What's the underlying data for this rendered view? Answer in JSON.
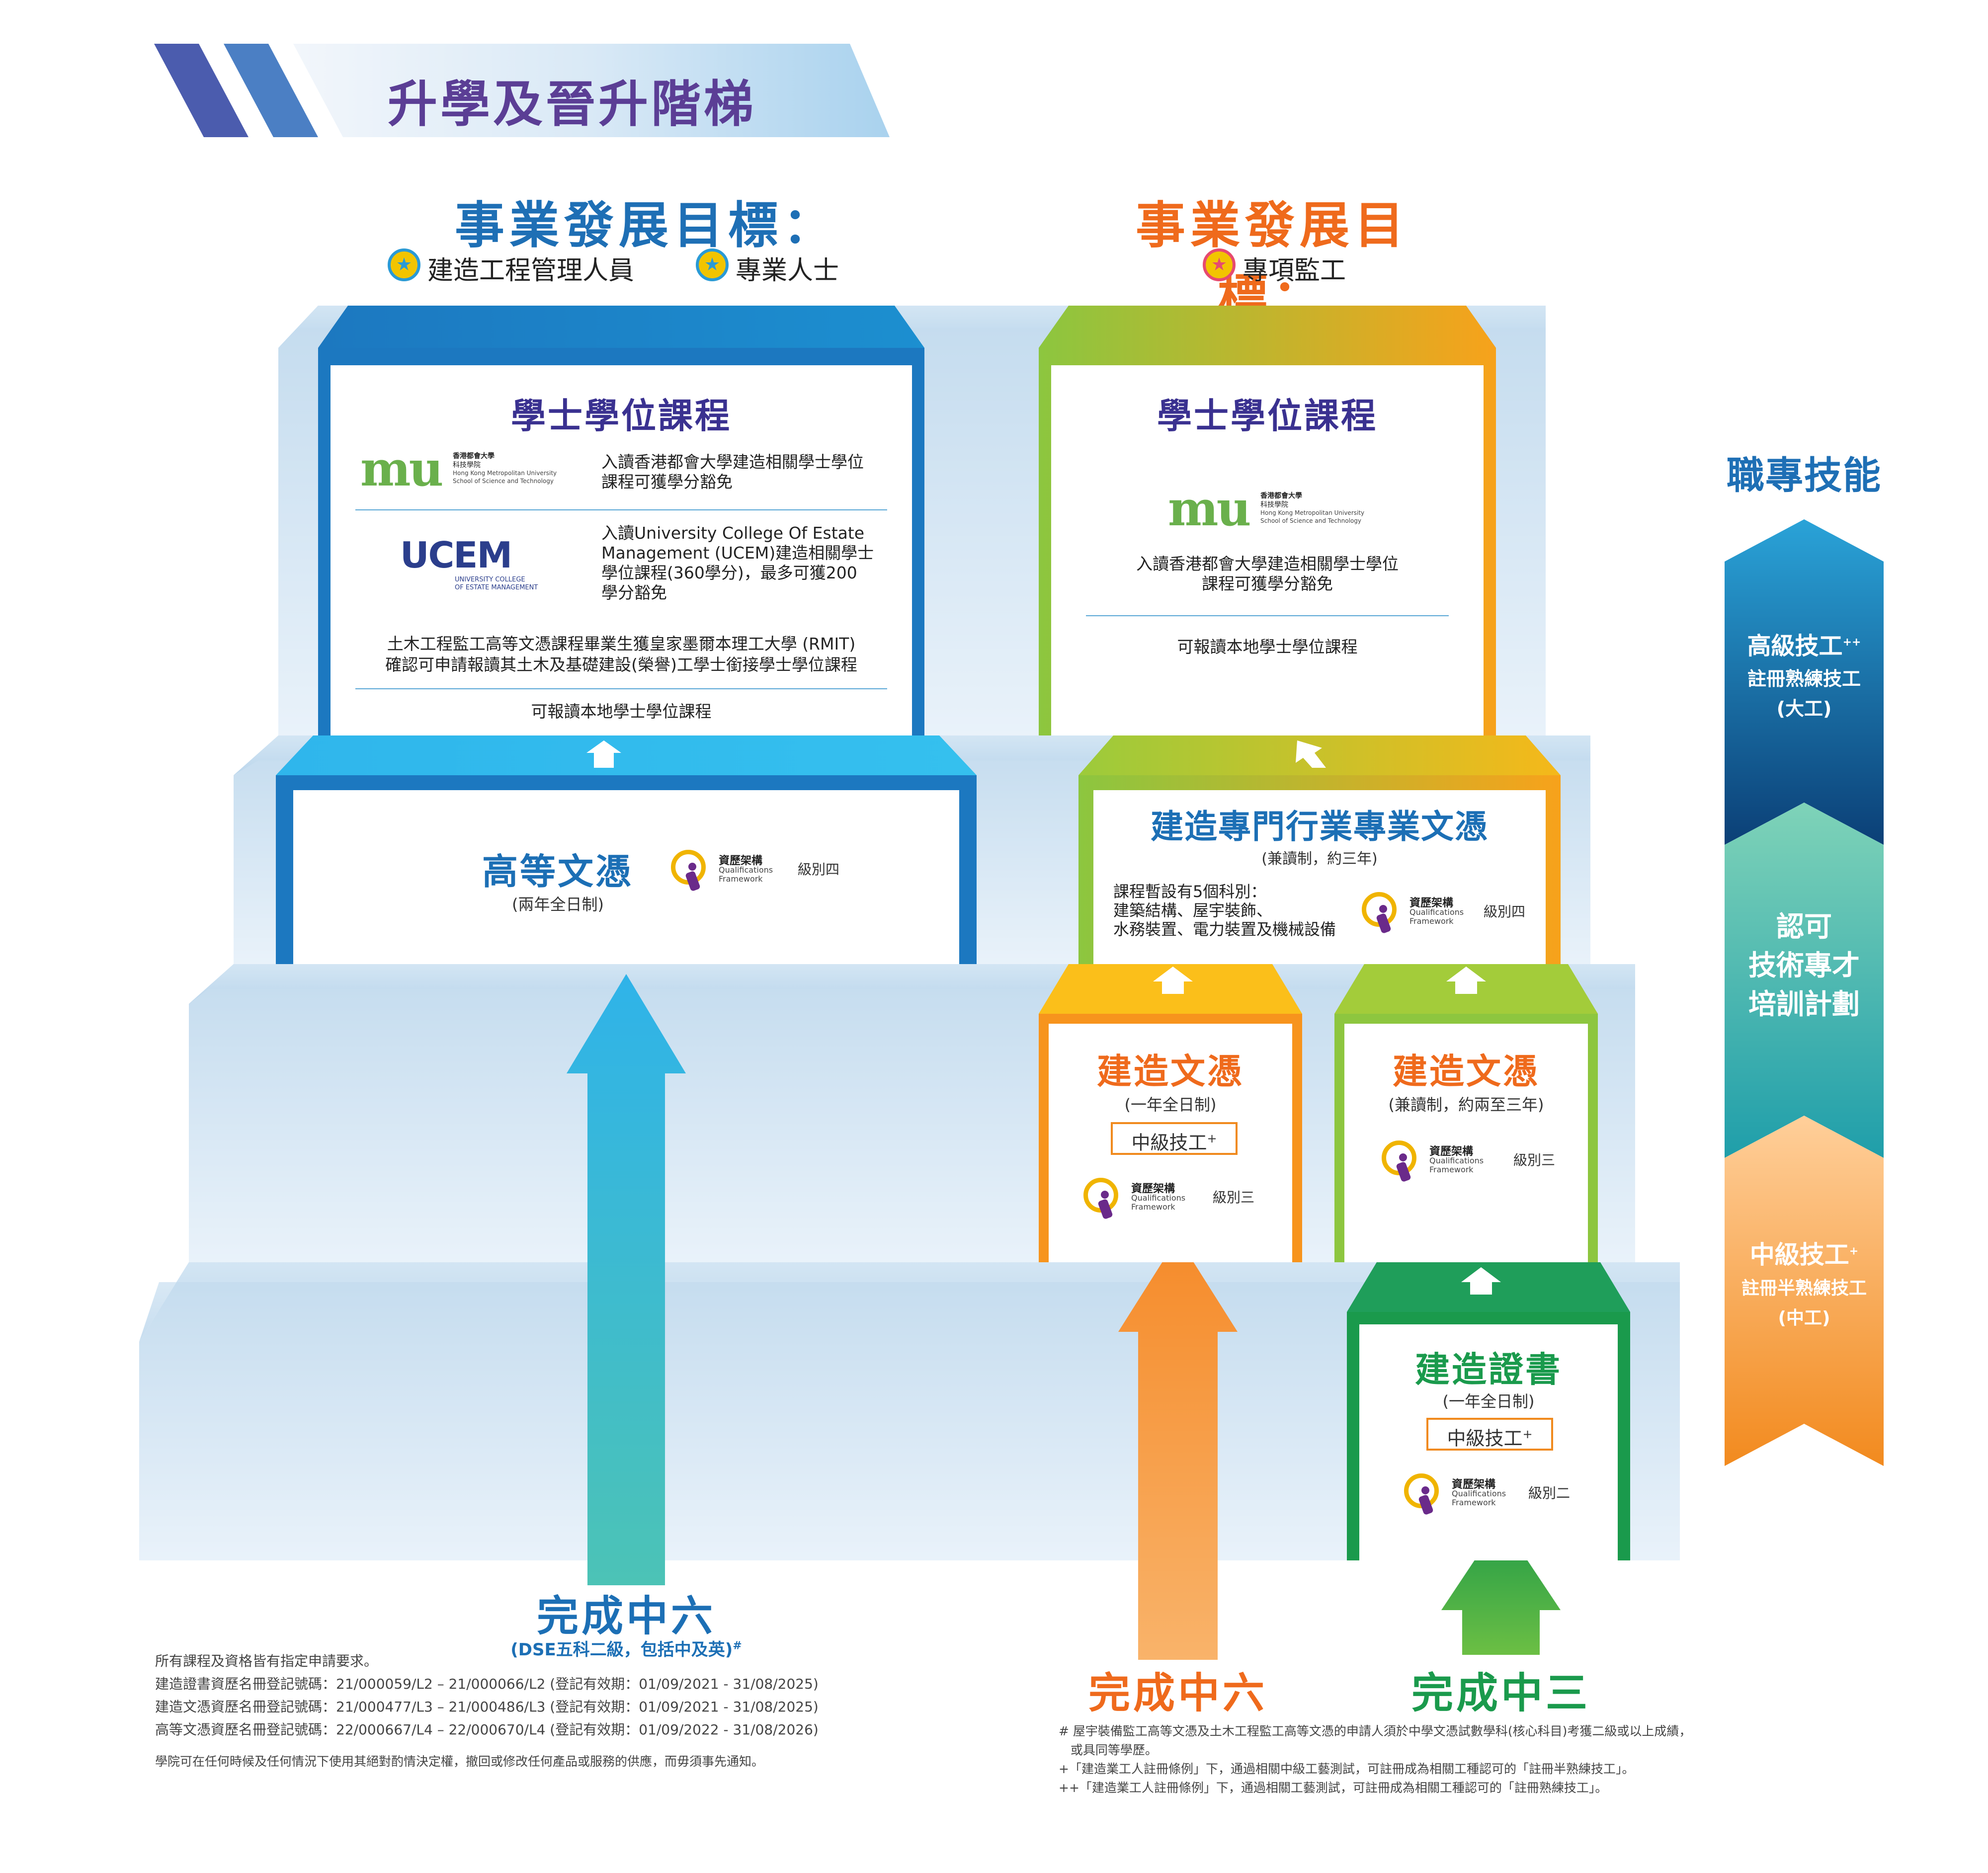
{
  "banner": {
    "title": "升學及晉升階梯"
  },
  "left_goal": {
    "title": "事業發展目標：",
    "items": [
      "建造工程管理人員",
      "專業人士"
    ]
  },
  "right_goal": {
    "title": "事業發展目標：",
    "items": [
      "專項監工"
    ]
  },
  "left_degree": {
    "title": "學士學位課程",
    "mu_logo": {
      "mark": "mu",
      "cn1": "香港都會大學",
      "cn2": "科技學院",
      "en1": "Hong Kong Metropolitan University",
      "en2": "School of Science and Technology"
    },
    "mu_text": [
      "入讀香港都會大學建造相關學士學位",
      "課程可獲學分豁免"
    ],
    "ucem_logo": {
      "mark": "UCEM",
      "en1": "UNIVERSITY COLLEGE",
      "en2": "OF ESTATE MANAGEMENT"
    },
    "ucem_text": [
      "入讀University College Of Estate",
      "Management (UCEM)建造相關學士",
      "學位課程(360學分)，最多可獲200",
      "學分豁免"
    ],
    "rmit_text": [
      "土木工程監工高等文憑課程畢業生獲皇家墨爾本理工大學 (RMIT)",
      "確認可申請報讀其土木及基礎建設(榮譽)工學士銜接學士學位課程"
    ],
    "local_text": "可報讀本地學士學位課程"
  },
  "right_degree": {
    "title": "學士學位課程",
    "mu_logo": {
      "mark": "mu",
      "cn1": "香港都會大學",
      "cn2": "科技學院",
      "en1": "Hong Kong Metropolitan University",
      "en2": "School of Science and Technology"
    },
    "mu_text": [
      "入讀香港都會大學建造相關學士學位",
      "課程可獲學分豁免"
    ],
    "local_text": "可報讀本地學士學位課程"
  },
  "higher_diploma": {
    "title": "高等文憑",
    "sub": "(兩年全日制)",
    "qf": {
      "cn": "資歷架構",
      "en1": "Qualifications",
      "en2": "Framework",
      "level": "級別四"
    }
  },
  "professional_diploma": {
    "title": "建造專門行業專業文憑",
    "sub": "(兼讀制，約三年)",
    "desc": [
      "課程暫設有5個科別：",
      "建築結構、屋宇裝飾、",
      "水務裝置、電力裝置及機械設備"
    ],
    "qf": {
      "cn": "資歷架構",
      "en1": "Qualifications",
      "en2": "Framework",
      "level": "級別四"
    }
  },
  "diploma_ft": {
    "title": "建造文憑",
    "sub": "(一年全日制)",
    "badge": "中級技工",
    "badge_sup": "+",
    "qf": {
      "cn": "資歷架構",
      "en1": "Qualifications",
      "en2": "Framework",
      "level": "級別三"
    }
  },
  "diploma_pt": {
    "title": "建造文憑",
    "sub": "(兼讀制，約兩至三年)",
    "qf": {
      "cn": "資歷架構",
      "en1": "Qualifications",
      "en2": "Framework",
      "level": "級別三"
    }
  },
  "certificate": {
    "title": "建造證書",
    "sub": "(一年全日制)",
    "badge": "中級技工",
    "badge_sup": "+",
    "qf": {
      "cn": "資歷架構",
      "en1": "Qualifications",
      "en2": "Framework",
      "level": "級別二"
    }
  },
  "entry_f6_left": {
    "title": "完成中六",
    "sub": "(DSE五科二級，包括中及英)",
    "sub_sup": "#"
  },
  "entry_f6_right": {
    "title": "完成中六"
  },
  "entry_f3": {
    "title": "完成中三"
  },
  "skills": {
    "title": "職專技能",
    "top": {
      "l1": "高級技工",
      "l1_sup": "++",
      "l2": "註冊熟練技工",
      "l3": "(大工)"
    },
    "mid": {
      "l1": "認可",
      "l2": "技術專才",
      "l3": "培訓計劃"
    },
    "bot": {
      "l1": "中級技工",
      "l1_sup": "+",
      "l2": "註冊半熟練技工",
      "l3": "(中工)"
    }
  },
  "notes_left": [
    "所有課程及資格皆有指定申請要求。",
    "建造證書資歷名冊登記號碼：21/000059/L2 – 21/000066/L2 (登記有效期：01/09/2021 - 31/08/2025)",
    "建造文憑資歷名冊登記號碼：21/000477/L3 – 21/000486/L3 (登記有效期：01/09/2021 - 31/08/2025)",
    "高等文憑資歷名冊登記號碼：22/000667/L4 – 22/000670/L4 (登記有效期：01/09/2022 - 31/08/2026)",
    "學院可在任何時候及任何情況下使用其絕對酌情決定權，撤回或修改任何產品或服務的供應，而毋須事先通知。"
  ],
  "notes_right": [
    "# 屋宇裝備監工高等文憑及土木工程監工高等文憑的申請人須於中學文憑試數學科(核心科目)考獲二級或以上成績，",
    "   或具同等學歷。",
    "+「建造業工人註冊條例」下，通過相關中級工藝測試，可註冊成為相關工種認可的「註冊半熟練技工」。",
    "++「建造業工人註冊條例」下，通過相關工藝測試，可註冊成為相關工種認可的「註冊熟練技工」。"
  ]
}
